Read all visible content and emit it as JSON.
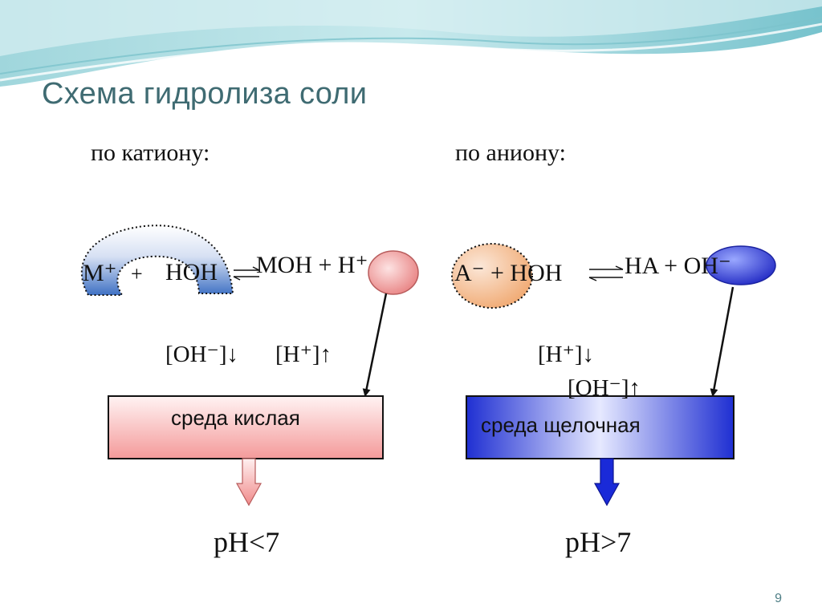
{
  "slide": {
    "title": "Схема гидролиза соли",
    "page_number": "9"
  },
  "cation": {
    "heading": "по катиону:",
    "reactant_ion": "M⁺",
    "plus1": "+",
    "water": "HOH",
    "product": "MOH + H⁺",
    "conc_oh": "[OH⁻]↓",
    "conc_h": "[H⁺]↑",
    "medium": "среда кислая",
    "ph": "pH<7",
    "colors": {
      "box": "#f49a9a",
      "ion": "#e88a8a",
      "arc": "#3f71c4"
    }
  },
  "anion": {
    "heading": "по аниону:",
    "reactant": "A⁻ + HOH",
    "product": "HA + OH⁻",
    "conc_h": "[H⁺]↓",
    "conc_oh": "[OH⁻]↑",
    "medium": "среда щелочная",
    "ph": "pH>7",
    "colors": {
      "box": "#2a3fd6",
      "ion": "#1f2fc8",
      "circle": "#f2b98a"
    }
  },
  "icons": {
    "equilibrium": "equilibrium-arrows-icon",
    "down_arrow": "down-arrow-icon"
  }
}
